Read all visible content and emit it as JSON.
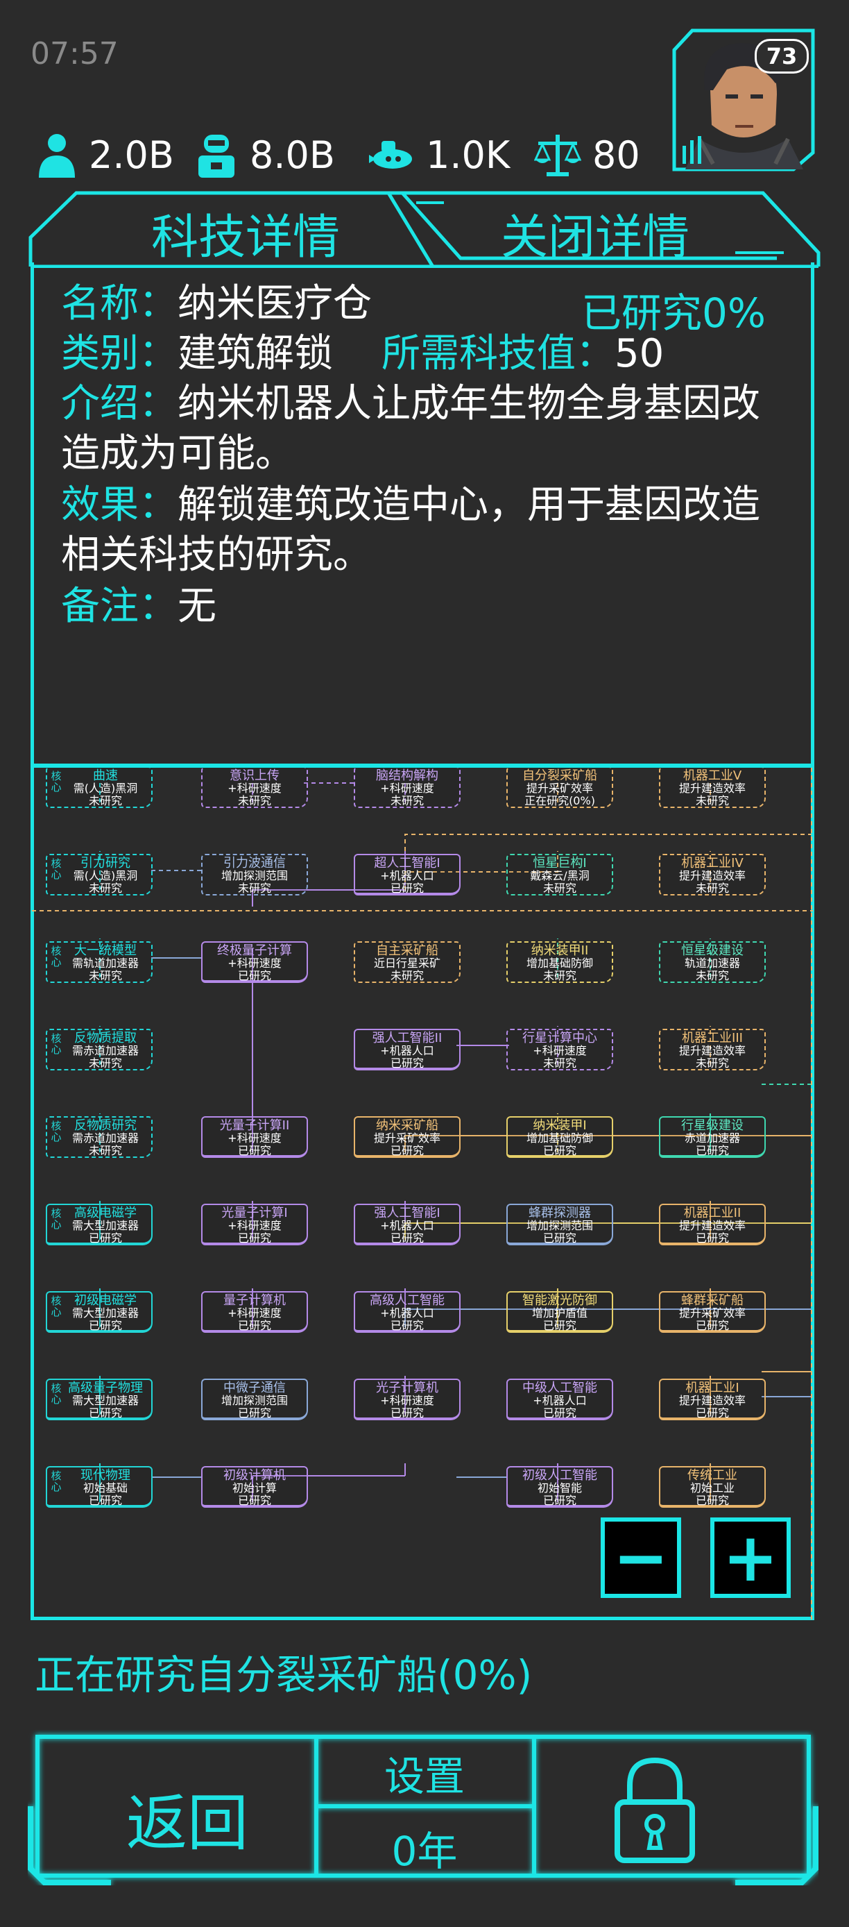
{
  "status_bar": {
    "time": "07:57"
  },
  "resources": [
    {
      "icon": "population-icon",
      "value": "2.0B"
    },
    {
      "icon": "robot-worker-icon",
      "value": "8.0B"
    },
    {
      "icon": "spaceship-icon",
      "value": "1.0K"
    },
    {
      "icon": "balance-scale-icon",
      "value": "80"
    }
  ],
  "player": {
    "level": "73",
    "avatar": "commander-portrait"
  },
  "tabs": {
    "detail": "科技详情",
    "close": "关闭详情"
  },
  "detail": {
    "name_label": "名称：",
    "name": "纳米医疗仓",
    "progress": "已研究0%",
    "category_label": "类别：",
    "category": "建筑解锁",
    "cost_label": "所需科技值：",
    "cost": "50",
    "desc_label": "介绍：",
    "desc": "纳米机器人让成年生物全身基因改造成为可能。",
    "effect_label": "效果：",
    "effect": "解锁建筑改造中心，用于基因改造相关科技的研究。",
    "note_label": "备注：",
    "note": "无"
  },
  "tech_tree": {
    "core_label": "核心",
    "nodes": [
      {
        "t": "曲速",
        "e": "需(人造)黑洞",
        "s": "未研究",
        "c": "cy2",
        "done": false,
        "core": true,
        "col": 0,
        "row": 0
      },
      {
        "t": "意识上传",
        "e": "+科研速度",
        "s": "未研究",
        "c": "pu",
        "done": false,
        "core": false,
        "col": 1,
        "row": 0
      },
      {
        "t": "脑结构解构",
        "e": "+科研速度",
        "s": "未研究",
        "c": "pu",
        "done": false,
        "core": false,
        "col": 2,
        "row": 0
      },
      {
        "t": "自分裂采矿船",
        "e": "提升采矿效率",
        "s": "正在研究(0%)",
        "c": "or",
        "done": false,
        "core": false,
        "col": 3,
        "row": 0
      },
      {
        "t": "机器工业V",
        "e": "提升建造效率",
        "s": "未研究",
        "c": "or",
        "done": false,
        "core": false,
        "col": 4,
        "row": 0
      },
      {
        "t": "引力研究",
        "e": "需(人造)黑洞",
        "s": "未研究",
        "c": "cy2",
        "done": false,
        "core": true,
        "col": 0,
        "row": 1
      },
      {
        "t": "引力波通信",
        "e": "增加探测范围",
        "s": "未研究",
        "c": "bl",
        "done": false,
        "core": false,
        "col": 1,
        "row": 1
      },
      {
        "t": "超人工智能I",
        "e": "+机器人口",
        "s": "已研究",
        "c": "pu",
        "done": true,
        "core": false,
        "col": 2,
        "row": 1
      },
      {
        "t": "恒星巨构I",
        "e": "戴森云/黑洞",
        "s": "未研究",
        "c": "gr",
        "done": false,
        "core": false,
        "col": 3,
        "row": 1
      },
      {
        "t": "机器工业IV",
        "e": "提升建造效率",
        "s": "未研究",
        "c": "or",
        "done": false,
        "core": false,
        "col": 4,
        "row": 1
      },
      {
        "t": "大一统模型",
        "e": "需轨道加速器",
        "s": "未研究",
        "c": "cy2",
        "done": false,
        "core": true,
        "col": 0,
        "row": 2
      },
      {
        "t": "终极量子计算",
        "e": "+科研速度",
        "s": "已研究",
        "c": "pu",
        "done": true,
        "core": false,
        "col": 1,
        "row": 2
      },
      {
        "t": "自主采矿船",
        "e": "近日行星采矿",
        "s": "未研究",
        "c": "or",
        "done": false,
        "core": false,
        "col": 2,
        "row": 2
      },
      {
        "t": "纳米装甲II",
        "e": "增加基础防御",
        "s": "未研究",
        "c": "ye",
        "done": false,
        "core": false,
        "col": 3,
        "row": 2
      },
      {
        "t": "恒星级建设",
        "e": "轨道加速器",
        "s": "未研究",
        "c": "gr",
        "done": false,
        "core": false,
        "col": 4,
        "row": 2
      },
      {
        "t": "反物质提取",
        "e": "需赤道加速器",
        "s": "未研究",
        "c": "cy2",
        "done": false,
        "core": true,
        "col": 0,
        "row": 3
      },
      {
        "t": "强人工智能II",
        "e": "+机器人口",
        "s": "已研究",
        "c": "pu",
        "done": true,
        "core": false,
        "col": 2,
        "row": 3
      },
      {
        "t": "行星计算中心",
        "e": "+科研速度",
        "s": "未研究",
        "c": "pu",
        "done": false,
        "core": false,
        "col": 3,
        "row": 3
      },
      {
        "t": "机器工业III",
        "e": "提升建造效率",
        "s": "未研究",
        "c": "or",
        "done": false,
        "core": false,
        "col": 4,
        "row": 3
      },
      {
        "t": "反物质研究",
        "e": "需赤道加速器",
        "s": "未研究",
        "c": "cy2",
        "done": false,
        "core": true,
        "col": 0,
        "row": 4
      },
      {
        "t": "光量子计算II",
        "e": "+科研速度",
        "s": "已研究",
        "c": "pu",
        "done": true,
        "core": false,
        "col": 1,
        "row": 4
      },
      {
        "t": "纳米采矿船",
        "e": "提升采矿效率",
        "s": "已研究",
        "c": "or",
        "done": true,
        "core": false,
        "col": 2,
        "row": 4
      },
      {
        "t": "纳米装甲I",
        "e": "增加基础防御",
        "s": "已研究",
        "c": "ye",
        "done": true,
        "core": false,
        "col": 3,
        "row": 4
      },
      {
        "t": "行星级建设",
        "e": "赤道加速器",
        "s": "已研究",
        "c": "gr",
        "done": true,
        "core": false,
        "col": 4,
        "row": 4
      },
      {
        "t": "高级电磁学",
        "e": "需大型加速器",
        "s": "已研究",
        "c": "cy2",
        "done": true,
        "core": true,
        "col": 0,
        "row": 5
      },
      {
        "t": "光量子计算I",
        "e": "+科研速度",
        "s": "已研究",
        "c": "pu",
        "done": true,
        "core": false,
        "col": 1,
        "row": 5
      },
      {
        "t": "强人工智能I",
        "e": "+机器人口",
        "s": "已研究",
        "c": "pu",
        "done": true,
        "core": false,
        "col": 2,
        "row": 5
      },
      {
        "t": "蜂群探测器",
        "e": "增加探测范围",
        "s": "已研究",
        "c": "bl",
        "done": true,
        "core": false,
        "col": 3,
        "row": 5
      },
      {
        "t": "机器工业II",
        "e": "提升建造效率",
        "s": "已研究",
        "c": "or",
        "done": true,
        "core": false,
        "col": 4,
        "row": 5
      },
      {
        "t": "初级电磁学",
        "e": "需大型加速器",
        "s": "已研究",
        "c": "cy2",
        "done": true,
        "core": true,
        "col": 0,
        "row": 6
      },
      {
        "t": "量子计算机",
        "e": "+科研速度",
        "s": "已研究",
        "c": "pu",
        "done": true,
        "core": false,
        "col": 1,
        "row": 6
      },
      {
        "t": "高级人工智能",
        "e": "+机器人口",
        "s": "已研究",
        "c": "pu",
        "done": true,
        "core": false,
        "col": 2,
        "row": 6
      },
      {
        "t": "智能激光防御",
        "e": "增加护盾值",
        "s": "已研究",
        "c": "ye",
        "done": true,
        "core": false,
        "col": 3,
        "row": 6
      },
      {
        "t": "蜂群采矿船",
        "e": "提升采矿效率",
        "s": "已研究",
        "c": "or",
        "done": true,
        "core": false,
        "col": 4,
        "row": 6
      },
      {
        "t": "高级量子物理",
        "e": "需大型加速器",
        "s": "已研究",
        "c": "cy2",
        "done": true,
        "core": true,
        "col": 0,
        "row": 7
      },
      {
        "t": "中微子通信",
        "e": "增加探测范围",
        "s": "已研究",
        "c": "bl",
        "done": true,
        "core": false,
        "col": 1,
        "row": 7
      },
      {
        "t": "光子计算机",
        "e": "+科研速度",
        "s": "已研究",
        "c": "pu",
        "done": true,
        "core": false,
        "col": 2,
        "row": 7
      },
      {
        "t": "中级人工智能",
        "e": "+机器人口",
        "s": "已研究",
        "c": "pu",
        "done": true,
        "core": false,
        "col": 3,
        "row": 7
      },
      {
        "t": "机器工业I",
        "e": "提升建造效率",
        "s": "已研究",
        "c": "or",
        "done": true,
        "core": false,
        "col": 4,
        "row": 7
      },
      {
        "t": "现代物理",
        "e": "初始基础",
        "s": "已研究",
        "c": "cy2",
        "done": true,
        "core": true,
        "col": 0,
        "row": 8
      },
      {
        "t": "初级计算机",
        "e": "初始计算",
        "s": "已研究",
        "c": "pu",
        "done": true,
        "core": false,
        "col": 1,
        "row": 8
      },
      {
        "t": "初级人工智能",
        "e": "初始智能",
        "s": "已研究",
        "c": "pu",
        "done": true,
        "core": false,
        "col": 3,
        "row": 8
      },
      {
        "t": "传统工业",
        "e": "初始工业",
        "s": "已研究",
        "c": "or",
        "done": true,
        "core": false,
        "col": 4,
        "row": 8
      }
    ]
  },
  "zoom": {
    "out": "−",
    "in": "+"
  },
  "status_text": "正在研究自分裂采矿船(0%)",
  "footer": {
    "back": "返回",
    "settings": "设置",
    "year": "0年"
  }
}
